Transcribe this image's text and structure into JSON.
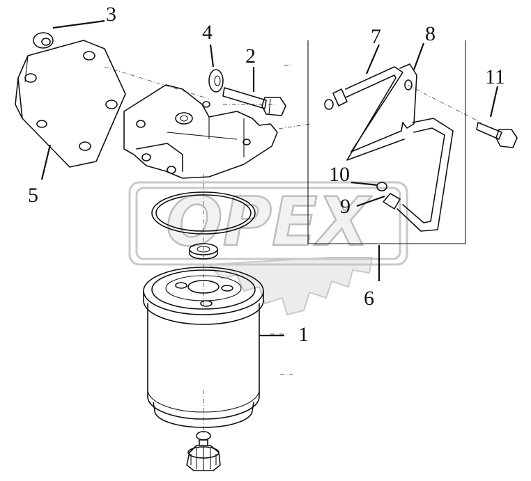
{
  "watermark": {
    "text": "OPEX",
    "color": "#c9c9c9"
  },
  "callouts": [
    {
      "id": "c1",
      "label": "1"
    },
    {
      "id": "c2",
      "label": "2"
    },
    {
      "id": "c3",
      "label": "3"
    },
    {
      "id": "c4",
      "label": "4"
    },
    {
      "id": "c5",
      "label": "5"
    },
    {
      "id": "c6",
      "label": "6"
    },
    {
      "id": "c7",
      "label": "7"
    },
    {
      "id": "c8",
      "label": "8"
    },
    {
      "id": "c9",
      "label": "9"
    },
    {
      "id": "c10",
      "label": "10"
    },
    {
      "id": "c11",
      "label": "11"
    }
  ],
  "colors": {
    "line": "#111111",
    "background": "#ffffff"
  }
}
